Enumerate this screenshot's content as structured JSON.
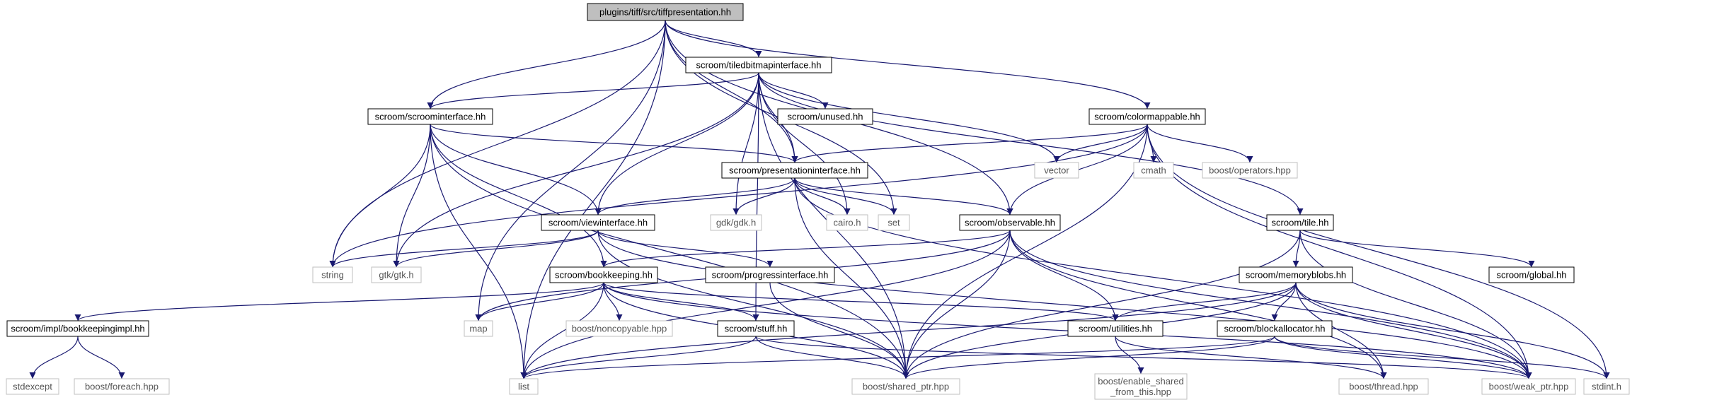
{
  "diagram": {
    "nodes": [
      {
        "id": "tiffpresentation",
        "label": "plugins/tiff/src/tiffpresentation.hh",
        "kind": "root"
      },
      {
        "id": "tiledbitmapinterface",
        "label": "scroom/tiledbitmapinterface.hh",
        "kind": "header"
      },
      {
        "id": "scroominterface",
        "label": "scroom/scroominterface.hh",
        "kind": "header"
      },
      {
        "id": "unused",
        "label": "scroom/unused.hh",
        "kind": "header"
      },
      {
        "id": "colormappable",
        "label": "scroom/colormappable.hh",
        "kind": "header"
      },
      {
        "id": "presentationinterface",
        "label": "scroom/presentationinterface.hh",
        "kind": "header"
      },
      {
        "id": "vector",
        "label": "vector",
        "kind": "system"
      },
      {
        "id": "cmath",
        "label": "cmath",
        "kind": "system"
      },
      {
        "id": "operators",
        "label": "boost/operators.hpp",
        "kind": "system"
      },
      {
        "id": "viewinterface",
        "label": "scroom/viewinterface.hh",
        "kind": "header"
      },
      {
        "id": "gdk",
        "label": "gdk/gdk.h",
        "kind": "system"
      },
      {
        "id": "cairo",
        "label": "cairo.h",
        "kind": "system"
      },
      {
        "id": "set",
        "label": "set",
        "kind": "system"
      },
      {
        "id": "observable",
        "label": "scroom/observable.hh",
        "kind": "header"
      },
      {
        "id": "tile",
        "label": "scroom/tile.hh",
        "kind": "header"
      },
      {
        "id": "string",
        "label": "string",
        "kind": "system"
      },
      {
        "id": "gtk",
        "label": "gtk/gtk.h",
        "kind": "system"
      },
      {
        "id": "progressinterface",
        "label": "scroom/progressinterface.hh",
        "kind": "header"
      },
      {
        "id": "bookkeeping",
        "label": "scroom/bookkeeping.hh",
        "kind": "header"
      },
      {
        "id": "memoryblobs",
        "label": "scroom/memoryblobs.hh",
        "kind": "header"
      },
      {
        "id": "global",
        "label": "scroom/global.hh",
        "kind": "header"
      },
      {
        "id": "bookkeepingimpl",
        "label": "scroom/impl/bookkeepingimpl.hh",
        "kind": "header"
      },
      {
        "id": "map",
        "label": "map",
        "kind": "system"
      },
      {
        "id": "noncopyable",
        "label": "boost/noncopyable.hpp",
        "kind": "system"
      },
      {
        "id": "stuff",
        "label": "scroom/stuff.hh",
        "kind": "header"
      },
      {
        "id": "utilities",
        "label": "scroom/utilities.hh",
        "kind": "header"
      },
      {
        "id": "blockallocator",
        "label": "scroom/blockallocator.hh",
        "kind": "header"
      },
      {
        "id": "stdexcept",
        "label": "stdexcept",
        "kind": "system"
      },
      {
        "id": "foreach",
        "label": "boost/foreach.hpp",
        "kind": "system"
      },
      {
        "id": "list",
        "label": "list",
        "kind": "system"
      },
      {
        "id": "shared_ptr",
        "label": "boost/shared_ptr.hpp",
        "kind": "system"
      },
      {
        "id": "enable_shared",
        "label": "boost/enable_shared\n_from_this.hpp",
        "kind": "system"
      },
      {
        "id": "thread",
        "label": "boost/thread.hpp",
        "kind": "system"
      },
      {
        "id": "weak_ptr",
        "label": "boost/weak_ptr.hpp",
        "kind": "system"
      },
      {
        "id": "stdint",
        "label": "stdint.h",
        "kind": "system"
      }
    ],
    "edges": [
      [
        "tiffpresentation",
        "tiledbitmapinterface"
      ],
      [
        "tiffpresentation",
        "scroominterface"
      ],
      [
        "tiffpresentation",
        "colormappable"
      ],
      [
        "tiffpresentation",
        "presentationinterface"
      ],
      [
        "tiffpresentation",
        "observable"
      ],
      [
        "tiffpresentation",
        "string"
      ],
      [
        "tiffpresentation",
        "map"
      ],
      [
        "tiffpresentation",
        "list"
      ],
      [
        "tiffpresentation",
        "set"
      ],
      [
        "tiledbitmapinterface",
        "scroominterface"
      ],
      [
        "tiledbitmapinterface",
        "unused"
      ],
      [
        "tiledbitmapinterface",
        "presentationinterface"
      ],
      [
        "tiledbitmapinterface",
        "viewinterface"
      ],
      [
        "tiledbitmapinterface",
        "tile"
      ],
      [
        "tiledbitmapinterface",
        "vector"
      ],
      [
        "tiledbitmapinterface",
        "gdk"
      ],
      [
        "tiledbitmapinterface",
        "cairo"
      ],
      [
        "tiledbitmapinterface",
        "gtk"
      ],
      [
        "tiledbitmapinterface",
        "stuff"
      ],
      [
        "tiledbitmapinterface",
        "shared_ptr"
      ],
      [
        "scroominterface",
        "presentationinterface"
      ],
      [
        "scroominterface",
        "viewinterface"
      ],
      [
        "scroominterface",
        "bookkeeping"
      ],
      [
        "scroominterface",
        "string"
      ],
      [
        "scroominterface",
        "gtk"
      ],
      [
        "scroominterface",
        "list"
      ],
      [
        "scroominterface",
        "shared_ptr"
      ],
      [
        "colormappable",
        "presentationinterface"
      ],
      [
        "colormappable",
        "observable"
      ],
      [
        "colormappable",
        "vector"
      ],
      [
        "colormappable",
        "cmath"
      ],
      [
        "colormappable",
        "operators"
      ],
      [
        "colormappable",
        "string"
      ],
      [
        "colormappable",
        "shared_ptr"
      ],
      [
        "colormappable",
        "weak_ptr"
      ],
      [
        "colormappable",
        "stdint"
      ],
      [
        "presentationinterface",
        "viewinterface"
      ],
      [
        "presentationinterface",
        "observable"
      ],
      [
        "presentationinterface",
        "gdk"
      ],
      [
        "presentationinterface",
        "cairo"
      ],
      [
        "presentationinterface",
        "set"
      ],
      [
        "presentationinterface",
        "shared_ptr"
      ],
      [
        "presentationinterface",
        "weak_ptr"
      ],
      [
        "viewinterface",
        "progressinterface"
      ],
      [
        "viewinterface",
        "string"
      ],
      [
        "viewinterface",
        "gtk"
      ],
      [
        "viewinterface",
        "shared_ptr"
      ],
      [
        "viewinterface",
        "weak_ptr"
      ],
      [
        "observable",
        "bookkeeping"
      ],
      [
        "observable",
        "utilities"
      ],
      [
        "observable",
        "list"
      ],
      [
        "observable",
        "map"
      ],
      [
        "observable",
        "shared_ptr"
      ],
      [
        "observable",
        "weak_ptr"
      ],
      [
        "observable",
        "thread"
      ],
      [
        "tile",
        "memoryblobs"
      ],
      [
        "tile",
        "global"
      ],
      [
        "tile",
        "shared_ptr"
      ],
      [
        "tile",
        "weak_ptr"
      ],
      [
        "progressinterface",
        "shared_ptr"
      ],
      [
        "bookkeeping",
        "bookkeepingimpl"
      ],
      [
        "bookkeeping",
        "map"
      ],
      [
        "bookkeeping",
        "noncopyable"
      ],
      [
        "bookkeeping",
        "stuff"
      ],
      [
        "bookkeeping",
        "utilities"
      ],
      [
        "bookkeeping",
        "list"
      ],
      [
        "bookkeeping",
        "shared_ptr"
      ],
      [
        "bookkeeping",
        "weak_ptr"
      ],
      [
        "memoryblobs",
        "utilities"
      ],
      [
        "memoryblobs",
        "blockallocator"
      ],
      [
        "memoryblobs",
        "list"
      ],
      [
        "memoryblobs",
        "shared_ptr"
      ],
      [
        "memoryblobs",
        "thread"
      ],
      [
        "memoryblobs",
        "weak_ptr"
      ],
      [
        "memoryblobs",
        "stdint"
      ],
      [
        "bookkeepingimpl",
        "stdexcept"
      ],
      [
        "bookkeepingimpl",
        "foreach"
      ],
      [
        "stuff",
        "list"
      ],
      [
        "stuff",
        "shared_ptr"
      ],
      [
        "stuff",
        "weak_ptr"
      ],
      [
        "utilities",
        "enable_shared"
      ],
      [
        "utilities",
        "thread"
      ],
      [
        "blockallocator",
        "list"
      ],
      [
        "blockallocator",
        "shared_ptr"
      ],
      [
        "blockallocator",
        "weak_ptr"
      ],
      [
        "blockallocator",
        "stdint"
      ]
    ],
    "colors": {
      "root_fill": "#bfbfbf",
      "node_border": "#000000",
      "system_border": "#bfbfbf",
      "system_text": "#555555",
      "edge": "#191970"
    }
  }
}
